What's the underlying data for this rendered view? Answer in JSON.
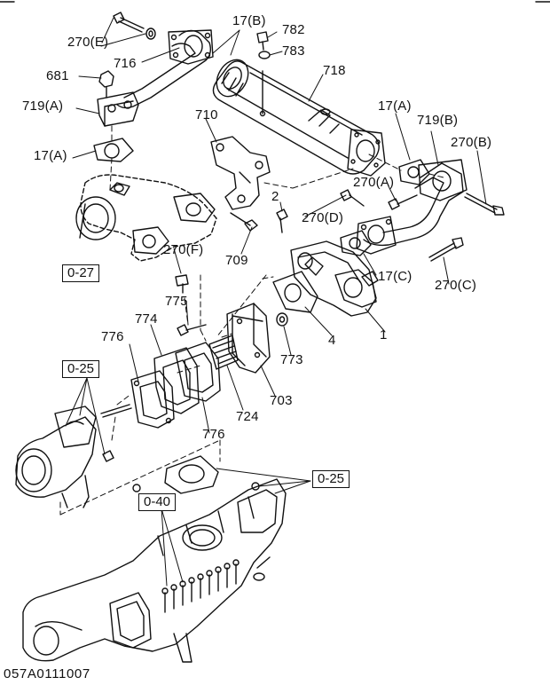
{
  "figure_code": "057A0111007",
  "colors": {
    "ink": "#111111",
    "paper": "#ffffff"
  },
  "callouts": [
    {
      "id": "c-270e",
      "text": "270(E)"
    },
    {
      "id": "c-716",
      "text": "716"
    },
    {
      "id": "c-681",
      "text": "681"
    },
    {
      "id": "c-719a",
      "text": "719(A)"
    },
    {
      "id": "c-17a-left",
      "text": "17(A)"
    },
    {
      "id": "c-17b",
      "text": "17(B)"
    },
    {
      "id": "c-782",
      "text": "782"
    },
    {
      "id": "c-783",
      "text": "783"
    },
    {
      "id": "c-718",
      "text": "718"
    },
    {
      "id": "c-710",
      "text": "710"
    },
    {
      "id": "c-17a-right",
      "text": "17(A)"
    },
    {
      "id": "c-719b",
      "text": "719(B)"
    },
    {
      "id": "c-270b",
      "text": "270(B)"
    },
    {
      "id": "c-270a",
      "text": "270(A)"
    },
    {
      "id": "c-2",
      "text": "2"
    },
    {
      "id": "c-270d",
      "text": "270(D)"
    },
    {
      "id": "c-709",
      "text": "709"
    },
    {
      "id": "c-270f",
      "text": "270(F)"
    },
    {
      "id": "c-17c",
      "text": "17(C)"
    },
    {
      "id": "c-270c",
      "text": "270(C)"
    },
    {
      "id": "c-775",
      "text": "775"
    },
    {
      "id": "c-774",
      "text": "774"
    },
    {
      "id": "c-776-top",
      "text": "776"
    },
    {
      "id": "c-4",
      "text": "4"
    },
    {
      "id": "c-1",
      "text": "1"
    },
    {
      "id": "c-773",
      "text": "773"
    },
    {
      "id": "c-703",
      "text": "703"
    },
    {
      "id": "c-724",
      "text": "724"
    },
    {
      "id": "c-776-bottom",
      "text": "776"
    }
  ],
  "references": [
    {
      "id": "r-027",
      "text": "0-27"
    },
    {
      "id": "r-025-left",
      "text": "0-25"
    },
    {
      "id": "r-025-right",
      "text": "0-25"
    },
    {
      "id": "r-040",
      "text": "0-40"
    }
  ]
}
